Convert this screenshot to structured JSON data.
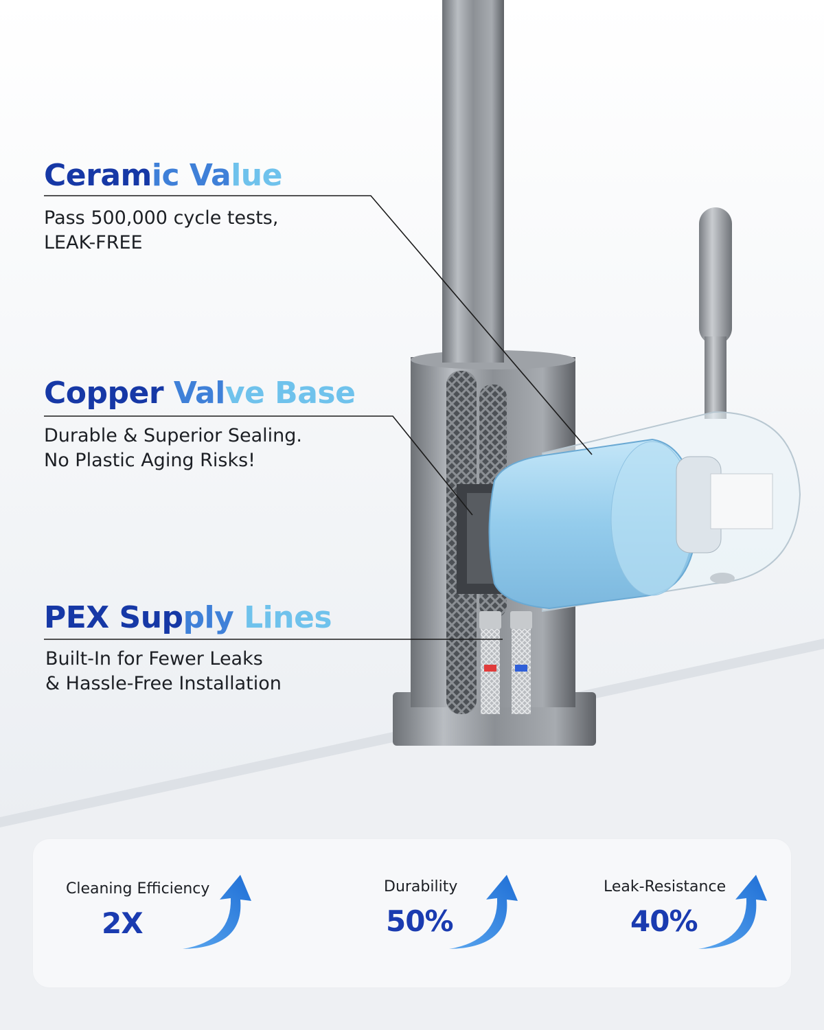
{
  "features": [
    {
      "title_parts": [
        "Ceram",
        "ic Va",
        "lue"
      ],
      "lines": [
        "Pass 500,000 cycle tests,",
        "LEAK-FREE"
      ]
    },
    {
      "title_parts": [
        "Copper",
        " Val",
        "ve Base"
      ],
      "lines": [
        "Durable & Superior Sealing.",
        "No Plastic Aging Risks!"
      ]
    },
    {
      "title_parts": [
        "PEX Sup",
        "ply",
        " Lines"
      ],
      "lines": [
        "Built-In for Fewer Leaks",
        "& Hassle-Free Installation"
      ]
    }
  ],
  "stats": [
    {
      "label": "Cleaning Efficiency",
      "value": "2X",
      "icon": "up-arrow-icon"
    },
    {
      "label": "Durability",
      "value": "50%",
      "icon": "up-arrow-icon"
    },
    {
      "label": "Leak-Resistance",
      "value": "40%",
      "icon": "up-arrow-icon"
    }
  ],
  "colors": {
    "title_dark_blue": "#1638a6",
    "title_light_blue": "#6fc2ec",
    "stat_value_blue": "#1a3bb0",
    "valve_blue": "#9fd3ef"
  }
}
